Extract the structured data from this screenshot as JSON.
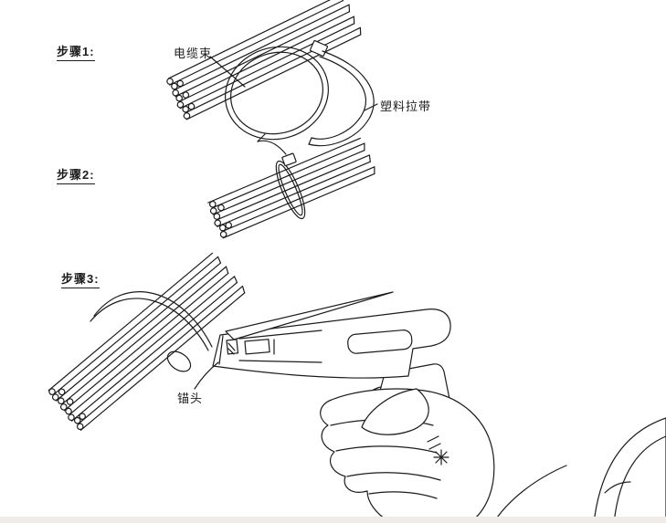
{
  "diagram": {
    "steps": [
      {
        "label": "步骤1:"
      },
      {
        "label": "步骤2:"
      },
      {
        "label": "步骤3:"
      }
    ],
    "callouts": {
      "cable_bundle": "电缆束",
      "plastic_tie_strap": "塑料拉带",
      "anchor_head": "锚头"
    }
  },
  "colors": {
    "ink": "#1c1c1c",
    "background": "#ffffff",
    "footer_strip": "#f0ede9"
  }
}
